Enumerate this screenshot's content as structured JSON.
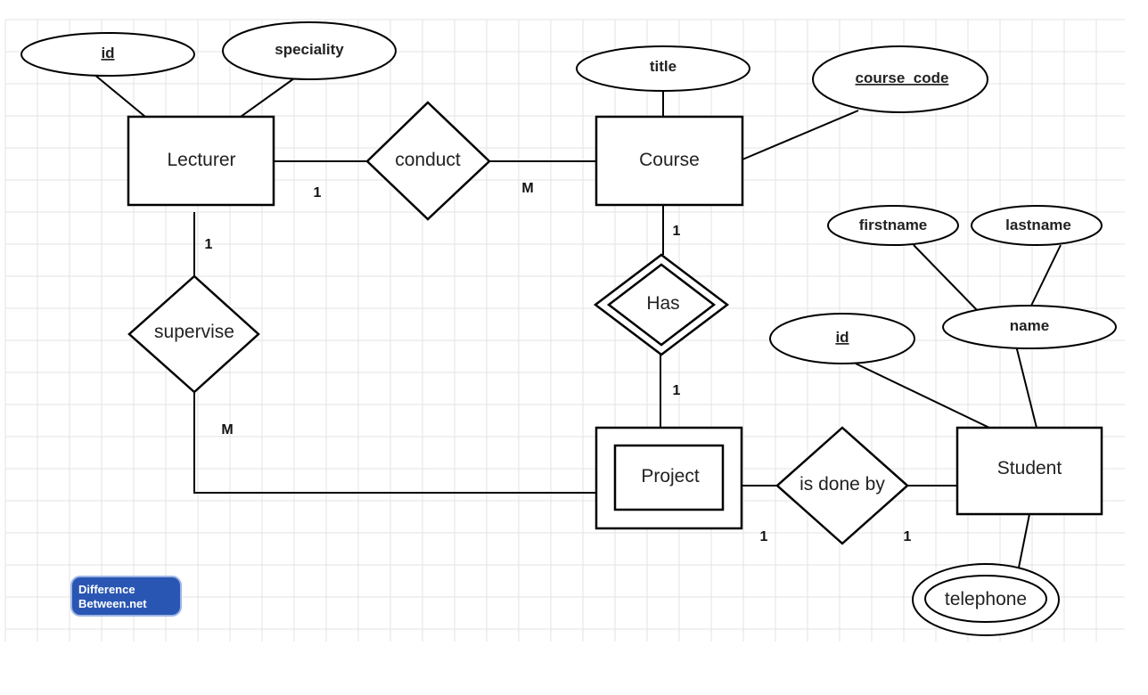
{
  "entities": {
    "lecturer": "Lecturer",
    "course": "Course",
    "project": "Project",
    "student": "Student"
  },
  "relationships": {
    "conduct": "conduct",
    "has": "Has",
    "supervise": "supervise",
    "is_done_by": "is done by"
  },
  "attributes": {
    "lecturer_id": "id",
    "speciality": "speciality",
    "title": "title",
    "course_code": "course_code",
    "firstname": "firstname",
    "lastname": "lastname",
    "name": "name",
    "student_id": "id",
    "telephone": "telephone"
  },
  "cardinalities": {
    "lecturer_conduct": "1",
    "conduct_course": "M",
    "course_has": "1",
    "has_project": "1",
    "lecturer_supervise": "1",
    "supervise_project": "M",
    "project_isdoneby": "1",
    "isdoneby_student": "1"
  },
  "logo": {
    "line1": "Difference",
    "line2": "Between.net",
    "color": "#2a56b3"
  }
}
